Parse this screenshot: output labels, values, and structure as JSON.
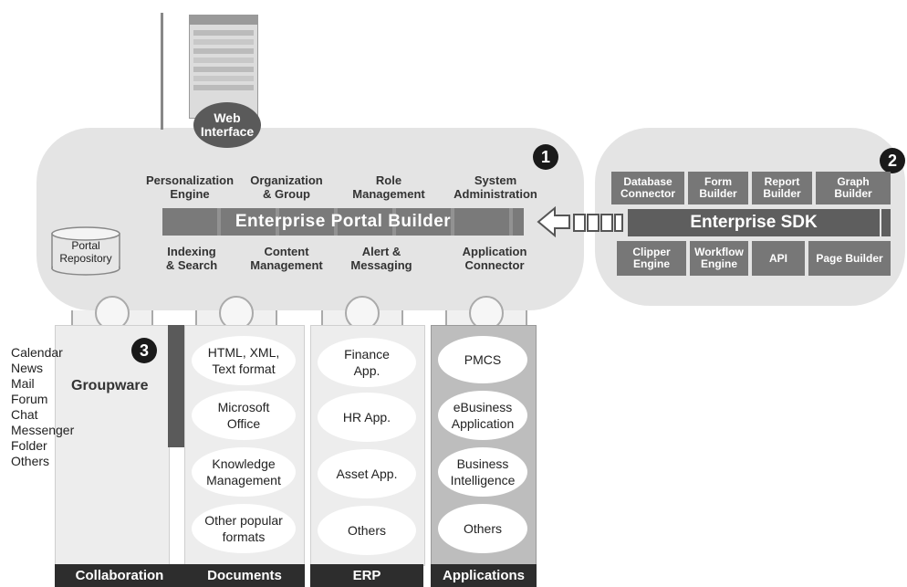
{
  "web_interface": {
    "label": "Web\nInterface"
  },
  "portal_repository": {
    "label": "Portal\nRepository"
  },
  "markers": {
    "one": "1",
    "two": "2",
    "three": "3"
  },
  "core": {
    "top_modules": [
      "Personalization\nEngine",
      "Organization\n& Group",
      "Role\nManagement",
      "System\nAdministration"
    ],
    "bar_label": "Enterprise Portal Builder",
    "bottom_modules": [
      "Indexing\n& Search",
      "Content\nManagement",
      "Alert &\nMessaging",
      "Application\nConnector"
    ]
  },
  "sdk": {
    "top_cells": [
      "Database\nConnector",
      "Form\nBuilder",
      "Report\nBuilder",
      "Graph\nBuilder"
    ],
    "bar_label": "Enterprise SDK",
    "bottom_cells": [
      "Clipper\nEngine",
      "Workflow\nEngine",
      "API",
      "Page Builder"
    ]
  },
  "collaboration": {
    "items": [
      "Calendar",
      "News",
      "Mail",
      "Forum",
      "Chat",
      "Messenger",
      "Folder",
      "Others"
    ],
    "heading": "Groupware",
    "footer": "Collaboration"
  },
  "documents": {
    "items": [
      "HTML, XML,\nText format",
      "Microsoft\nOffice",
      "Knowledge\nManagement",
      "Other popular\nformats"
    ],
    "footer": "Documents"
  },
  "erp": {
    "items": [
      "Finance\nApp.",
      "HR App.",
      "Asset App.",
      "Others"
    ],
    "footer": "ERP"
  },
  "applications": {
    "items": [
      "PMCS",
      "eBusiness\nApplication",
      "Business\nIntelligence",
      "Others"
    ],
    "footer": "Applications"
  }
}
